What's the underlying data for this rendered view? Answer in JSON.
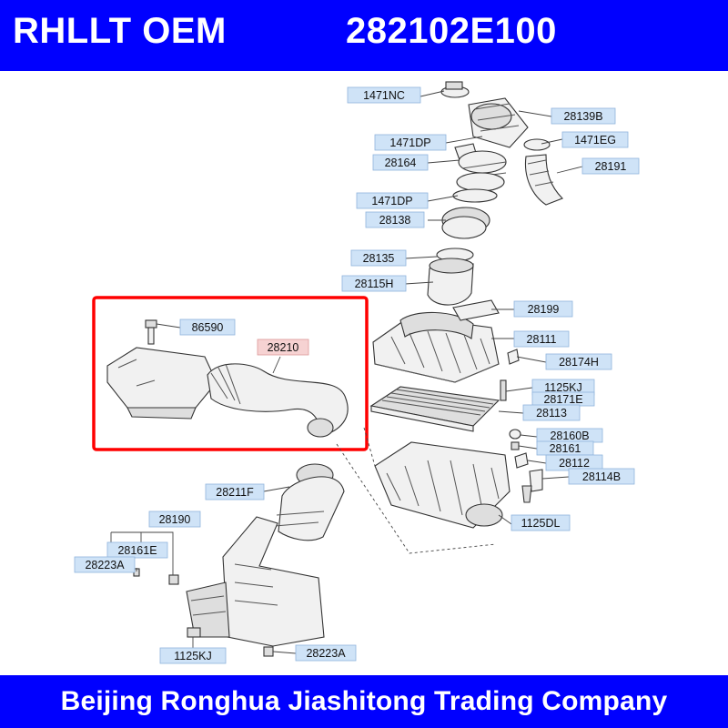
{
  "header": {
    "brand": "RHLLT OEM",
    "part_number": "282102E100"
  },
  "footer": {
    "company": "Beijing Ronghua Jiashitong Trading Company"
  },
  "highlight_color": "#ff0000",
  "banner_color": "#0000ff",
  "callouts": {
    "c1471NC": "1471NC",
    "c28139B": "28139B",
    "c1471DP_a": "1471DP",
    "c1471EG": "1471EG",
    "c28164": "28164",
    "c28191": "28191",
    "c1471DP_b": "1471DP",
    "c28138": "28138",
    "c28135": "28135",
    "c28115H": "28115H",
    "c28199": "28199",
    "c86590": "86590",
    "c28210": "28210",
    "c28111": "28111",
    "c28174H": "28174H",
    "c1125KJ_a": "1125KJ",
    "c28171E": "28171E",
    "c28113": "28113",
    "c28160B": "28160B",
    "c28161": "28161",
    "c28112": "28112",
    "c28114B": "28114B",
    "c28211F": "28211F",
    "c1125DL": "1125DL",
    "c28190": "28190",
    "c28161E": "28161E",
    "c28223A_a": "28223A",
    "c1125KJ_b": "1125KJ",
    "c28223A_b": "28223A"
  }
}
